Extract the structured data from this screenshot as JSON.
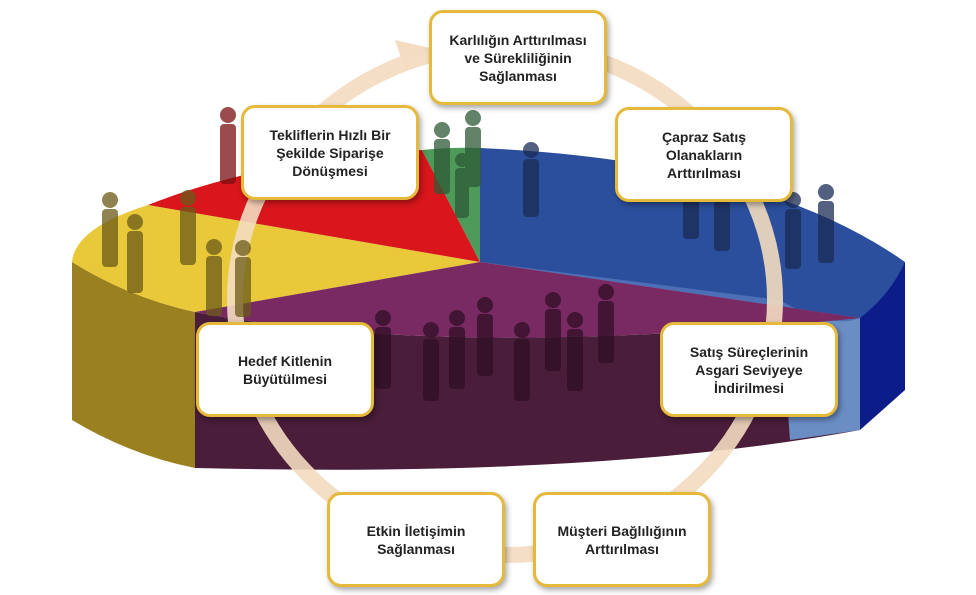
{
  "diagram": {
    "center_element": "pie-3d-with-people",
    "segment_colors": {
      "blue": "#2b4f9c",
      "purple": "#7a2a63",
      "yellow": "#e9c93a",
      "red": "#d8161c",
      "green": "#4d9a5a"
    },
    "ring_color": "#f3dcc0",
    "box_border_color": "#e5b93a",
    "boxes": [
      {
        "id": "top",
        "label": "Karlılığın Arttırılması\nve Sürekliliğinin\nSağlanması"
      },
      {
        "id": "top_right",
        "label": "Çapraz Satış\nOlanakların\nArttırılması"
      },
      {
        "id": "middle_right",
        "label": "Satış Süreçlerinin\nAsgari Seviyeye\nİndirilmesi"
      },
      {
        "id": "bottom_right",
        "label": "Müşteri Bağlılığının\nArttırılması"
      },
      {
        "id": "bottom_left",
        "label": "Etkin İletişimin\nSağlanması"
      },
      {
        "id": "middle_left",
        "label": "Hedef Kitlenin\nBüyütülmesi"
      },
      {
        "id": "top_left",
        "label": "Tekliflerin Hızlı Bir\nŞekilde Siparişe\nDönüşmesi"
      }
    ]
  }
}
